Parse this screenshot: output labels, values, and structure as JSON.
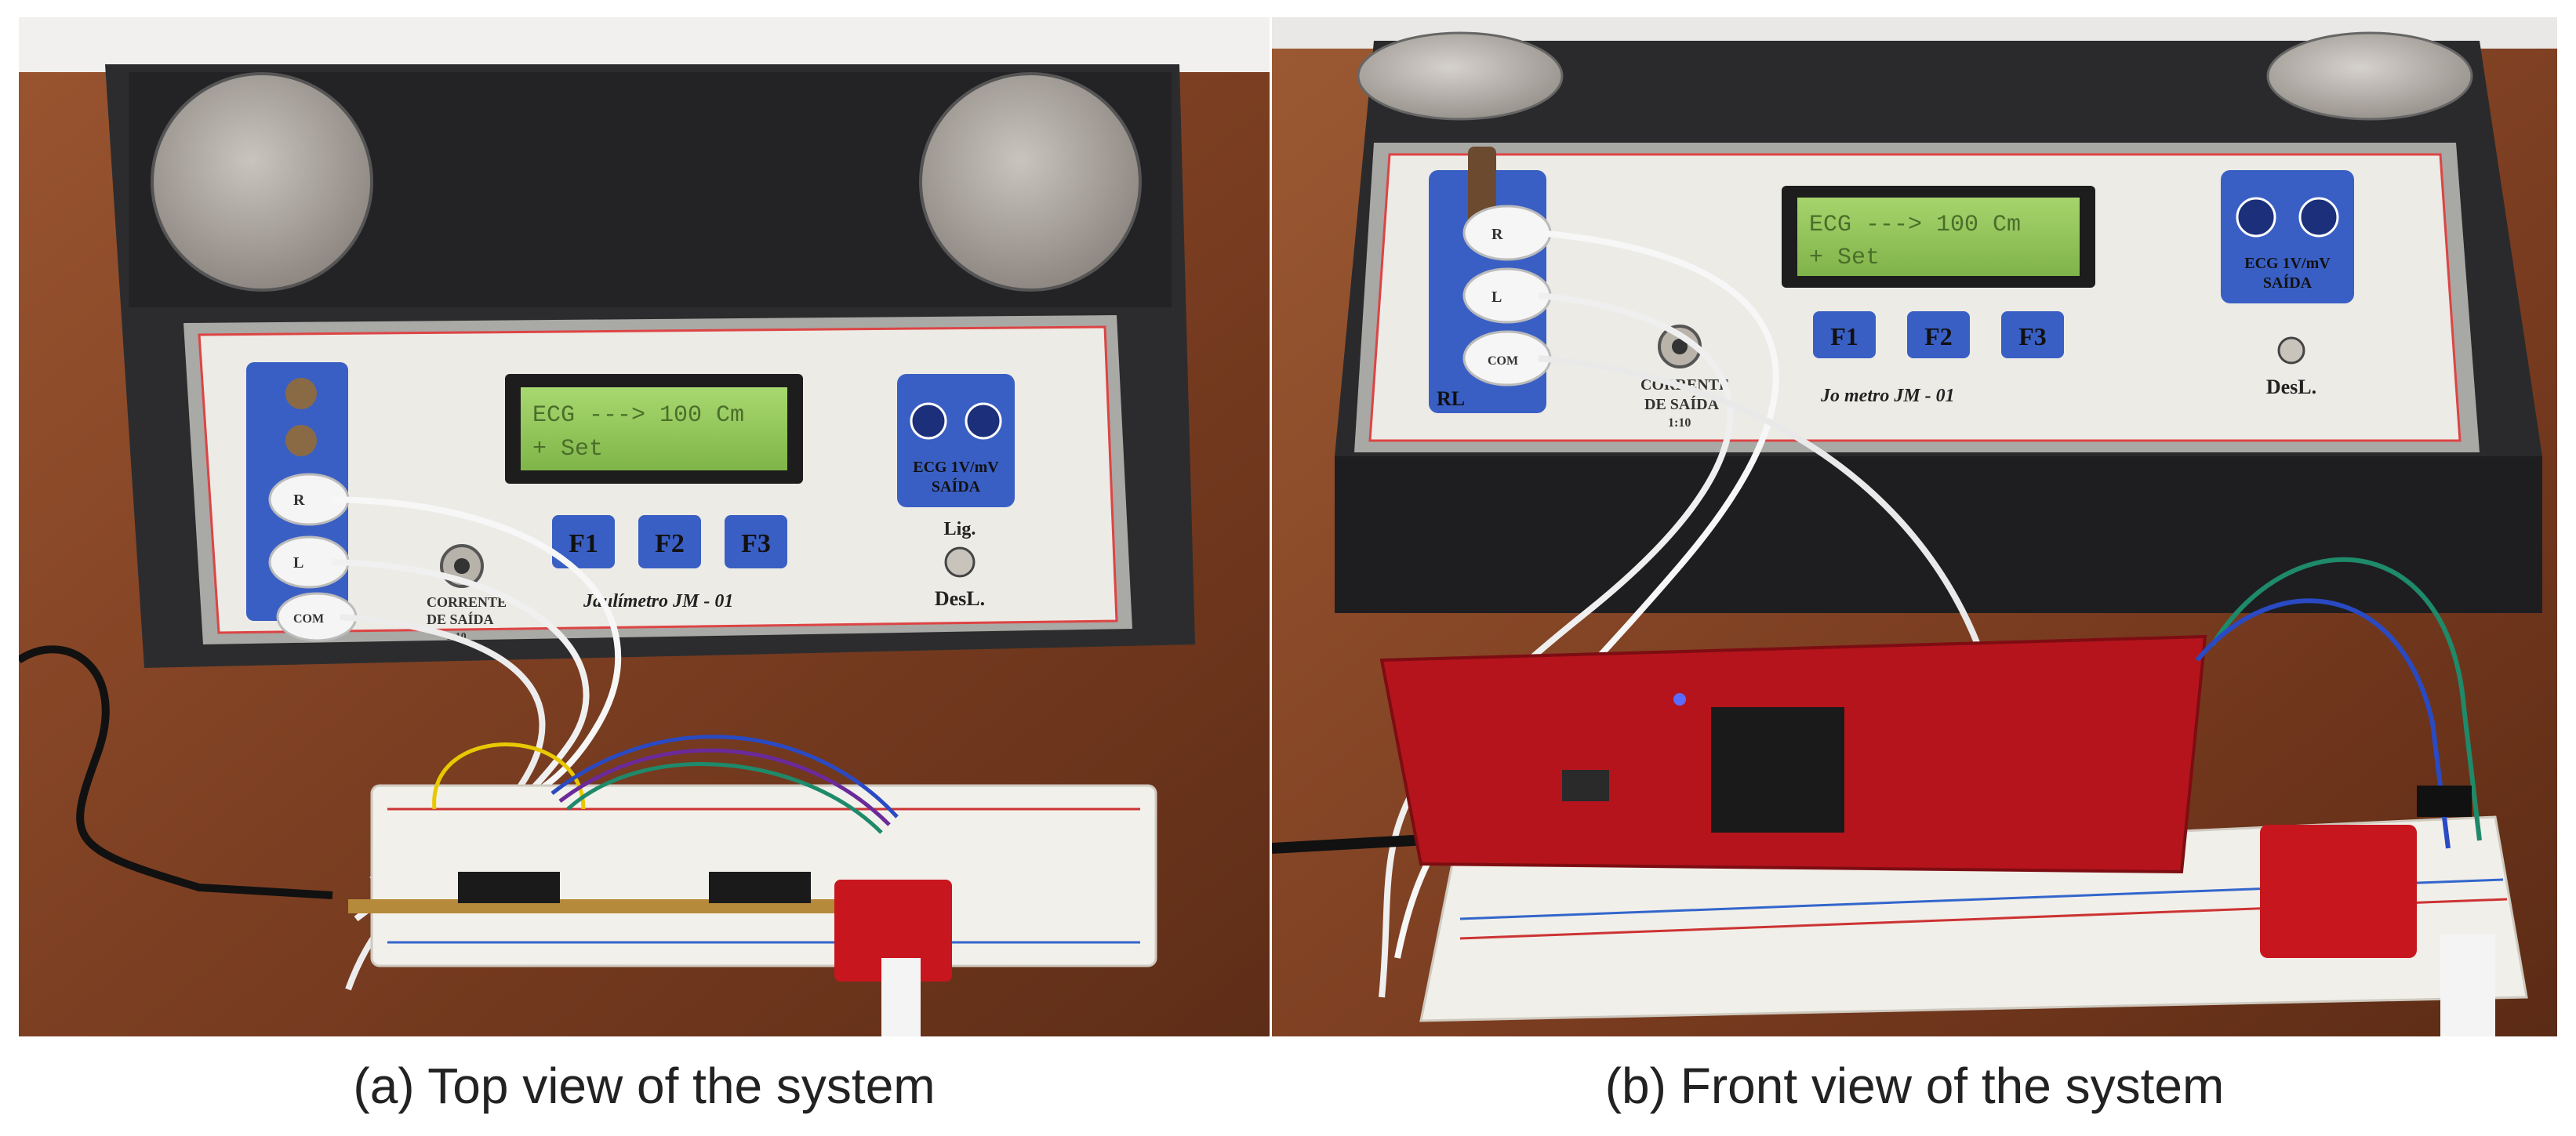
{
  "figure": {
    "panel_a": {
      "caption": "(a) Top view of the system"
    },
    "panel_b": {
      "caption": "(b) Front view of the system"
    }
  },
  "device": {
    "model": "Joulímetro JM - 01",
    "model_partial_a": "Jaulímetro JM - 01",
    "model_partial_b": "Jo      metro JM - 01",
    "buttons": [
      "F1",
      "F2",
      "F3"
    ],
    "ecg_label": "ECG  1V/mV",
    "saida_label": "SAÍDA",
    "switch_on": "Lig.",
    "switch_off": "DesL.",
    "corrente_label_1": "CORRENTE",
    "corrente_label_2": "DE SAÍDA",
    "corrente_ratio": "1:10",
    "lcd_line1": "ECG ---> 100 Cm",
    "lcd_line2": "+         Set",
    "lead_r": "R",
    "lead_l": "L",
    "lead_com": "COM",
    "rl_label": "RL"
  },
  "colors": {
    "table": "#8a4a2a",
    "device_body": "#2b2b2d",
    "panel_face": "#ecebe6",
    "blue_accent": "#3a5fc4",
    "lcd_green": "#9acd5a",
    "pcb_red": "#b5141c",
    "breadboard": "#f2f0ea"
  }
}
